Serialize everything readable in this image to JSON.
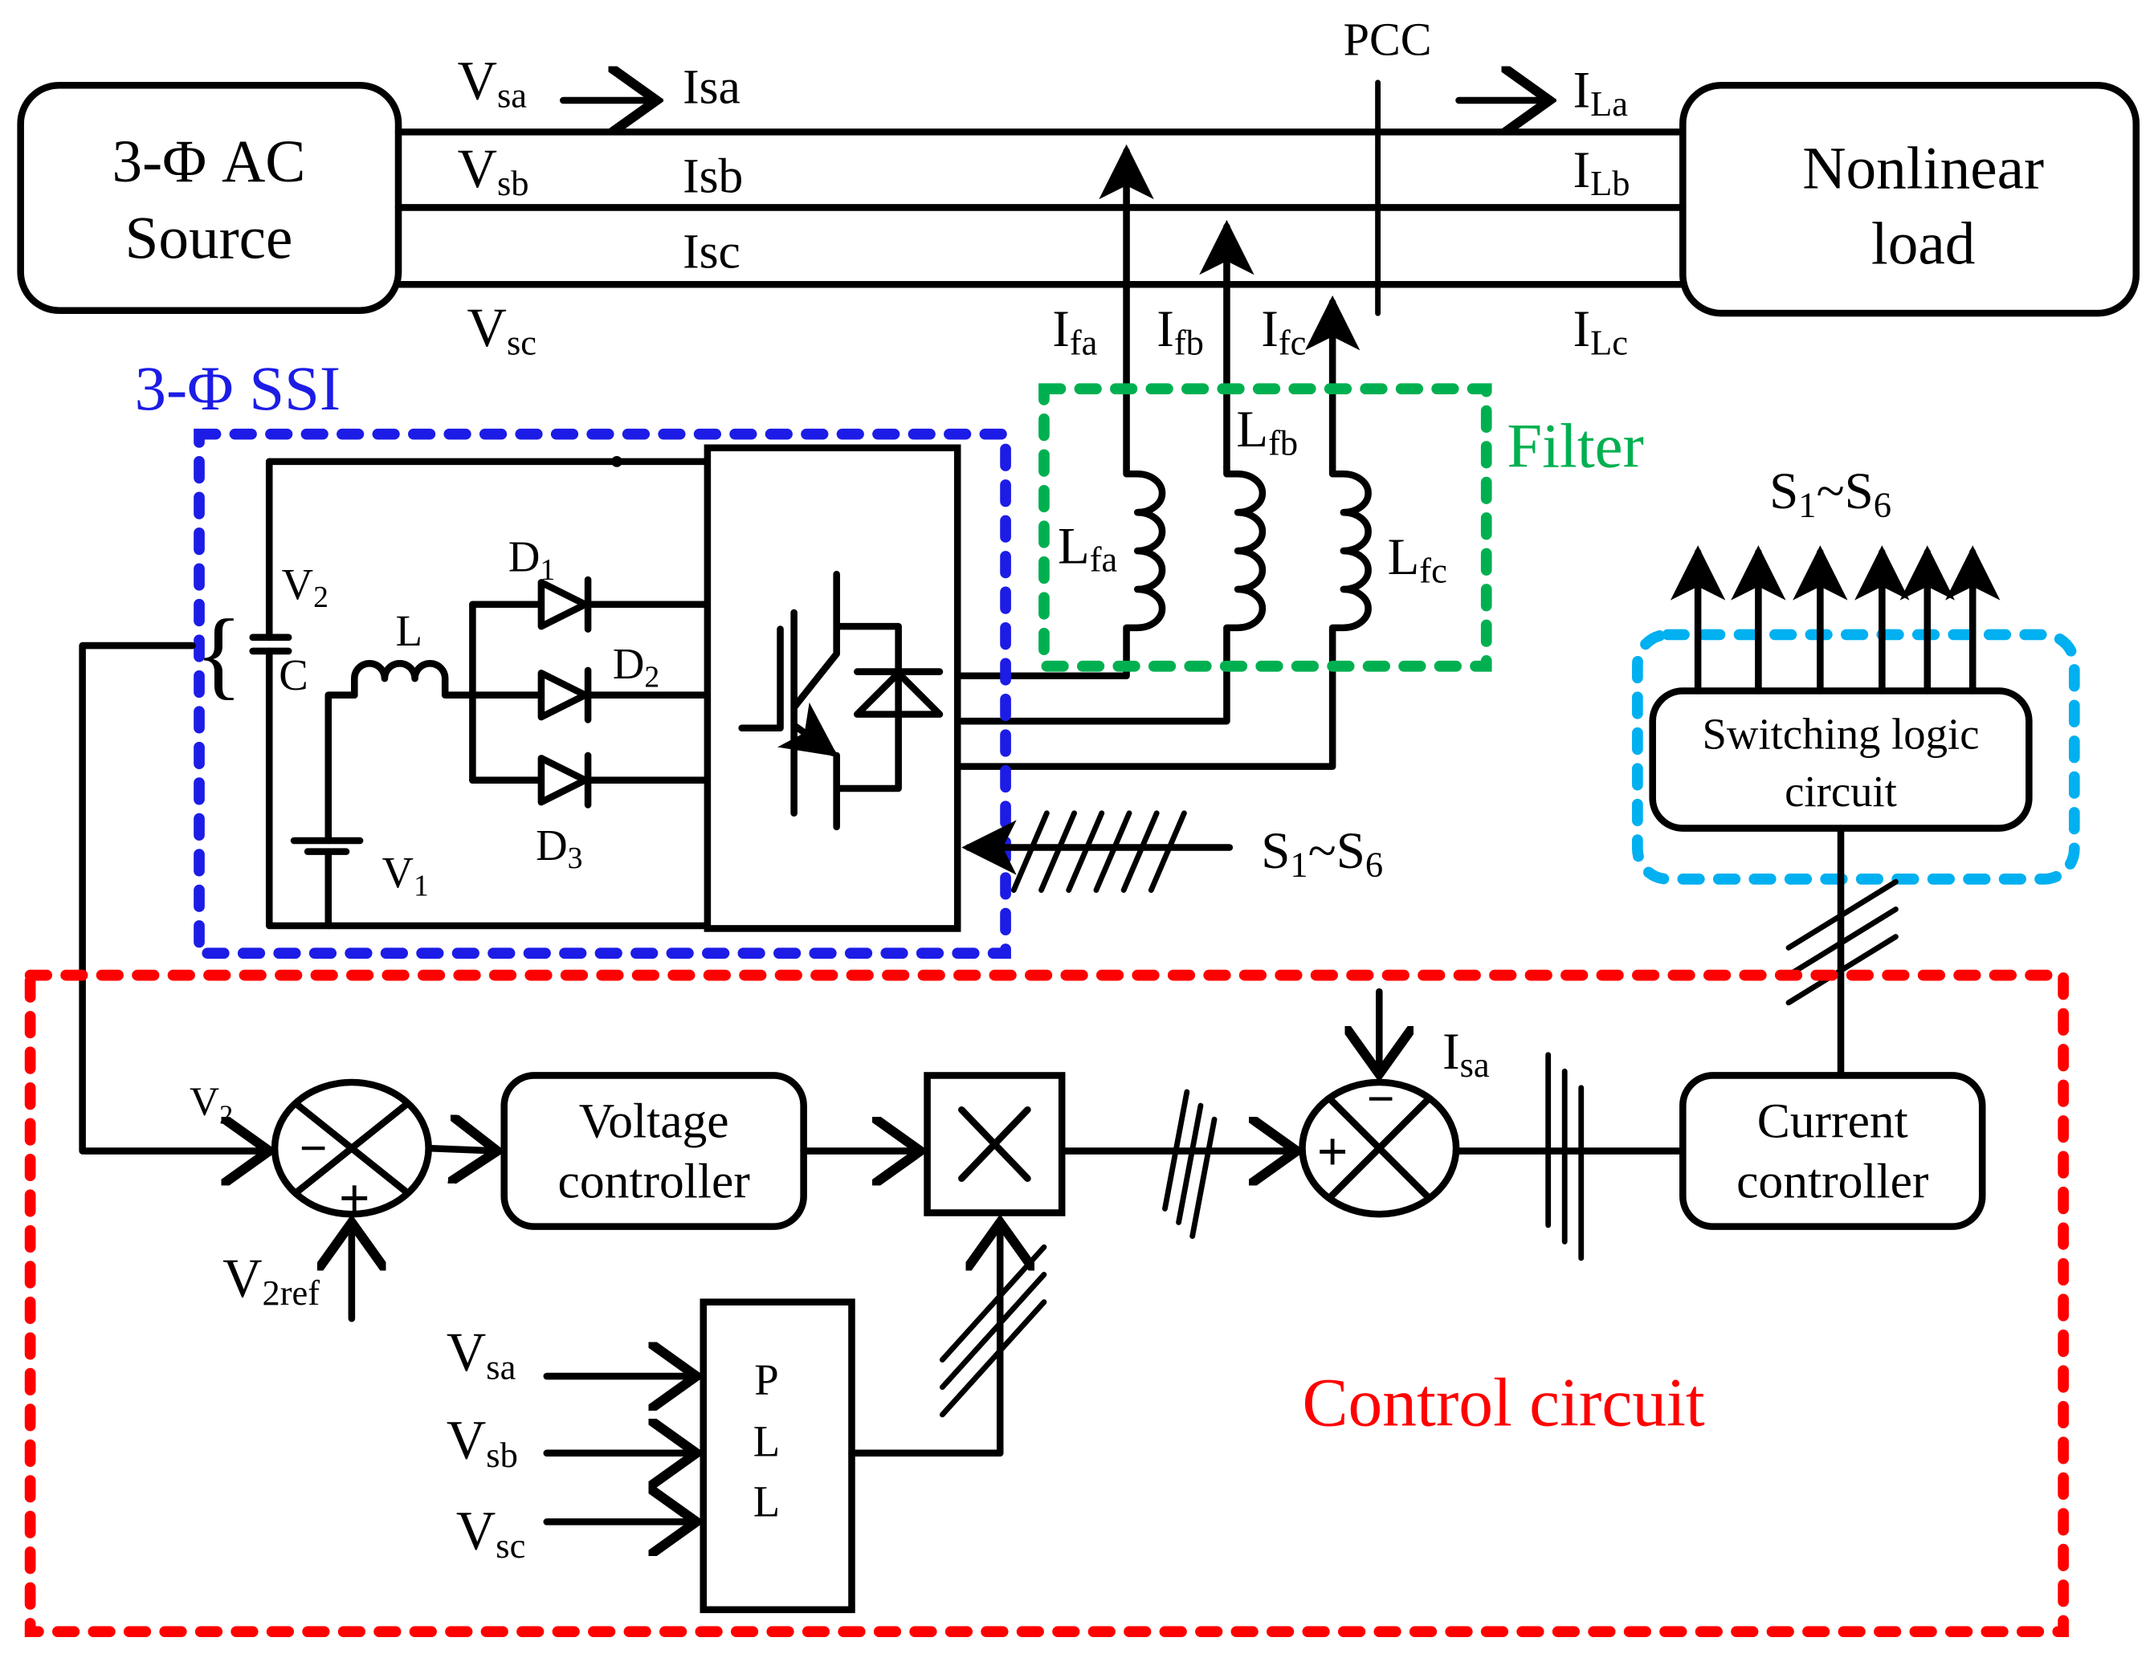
{
  "colors": {
    "ssi_box": "#1c1ce6",
    "filter_box": "#00b050",
    "switching_box": "#00b0f0",
    "control_box": "#ff0000",
    "wire": "#000000"
  },
  "source_block": {
    "line1": "3-Φ AC",
    "line2": "Source"
  },
  "load_block": {
    "line1": "Nonlinear",
    "line2": "load"
  },
  "pcc_label": "PCC",
  "source_voltages": {
    "a": {
      "main": "V",
      "sub": "sa"
    },
    "b": {
      "main": "V",
      "sub": "sb"
    },
    "c": {
      "main": "V",
      "sub": "sc"
    }
  },
  "source_currents": {
    "a": "Isa",
    "b": "Isb",
    "c": "Isc"
  },
  "load_currents": {
    "a": {
      "main": "I",
      "sub": "La"
    },
    "b": {
      "main": "I",
      "sub": "Lb"
    },
    "c": {
      "main": "I",
      "sub": "Lc"
    }
  },
  "filter_currents": {
    "a": {
      "main": "I",
      "sub": "fa"
    },
    "b": {
      "main": "I",
      "sub": "fb"
    },
    "c": {
      "main": "I",
      "sub": "fc"
    }
  },
  "ssi": {
    "title": "3-Φ SSI",
    "v2": {
      "main": "V",
      "sub": "2"
    },
    "cap": "C",
    "inductor": "L",
    "v1": {
      "main": "V",
      "sub": "1"
    },
    "d1": {
      "main": "D",
      "sub": "1"
    },
    "d2": {
      "main": "D",
      "sub": "2"
    },
    "d3": {
      "main": "D",
      "sub": "3"
    },
    "gate_signal": {
      "s1": "S",
      "sub1": "1",
      "tilde": "~",
      "s6": "S",
      "sub6": "6"
    }
  },
  "filter": {
    "title": "Filter",
    "lfa": {
      "main": "L",
      "sub": "fa"
    },
    "lfb": {
      "main": "L",
      "sub": "fb"
    },
    "lfc": {
      "main": "L",
      "sub": "fc"
    }
  },
  "switching": {
    "outputs": {
      "s1": "S",
      "sub1": "1",
      "tilde": "~",
      "s6": "S",
      "sub6": "6"
    },
    "line1": "Switching logic",
    "line2": "circuit"
  },
  "control": {
    "title": "Control circuit",
    "v2_in": {
      "main": "V",
      "sub": "2"
    },
    "v2ref": {
      "main": "V",
      "sub": "2ref"
    },
    "sum1_minus": "−",
    "sum1_plus": "+",
    "voltage_controller": {
      "line1": "Voltage",
      "line2": "controller"
    },
    "pll": {
      "l1": "P",
      "l2": "L",
      "l3": "L"
    },
    "pll_inputs": [
      {
        "main": "V",
        "sub": "sa"
      },
      {
        "main": "V",
        "sub": "sb"
      },
      {
        "main": "V",
        "sub": "sc"
      }
    ],
    "isa": {
      "main": "I",
      "sub": "sa"
    },
    "sum2_minus": "−",
    "sum2_plus": "+",
    "current_controller": {
      "line1": "Current",
      "line2": "controller"
    }
  }
}
